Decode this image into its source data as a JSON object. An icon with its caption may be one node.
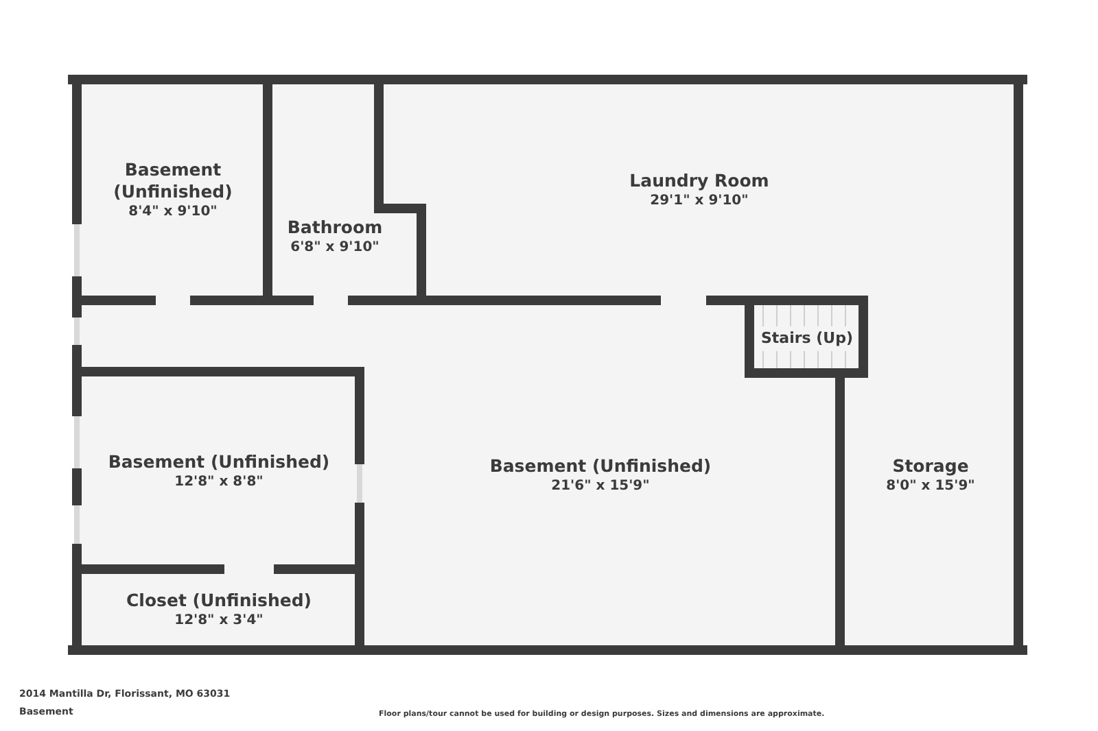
{
  "diagram": {
    "nodes": [
      {
        "text": [
          "Basement (Unfinished)",
          "8'4\" x 9'10\""
        ]
      },
      {
        "text": [
          "Bathroom",
          "6'8\" x 9'10\""
        ]
      },
      {
        "text": [
          "Laundry Room",
          "29'1\" x 9'10\""
        ]
      },
      {
        "text": [
          "Stairs (Up)"
        ]
      },
      {
        "text": [
          "Basement (Unfinished)",
          "12'8\" x 8'8\""
        ]
      },
      {
        "text": [
          "Basement (Unfinished)",
          "21'6\" x 15'9\""
        ]
      },
      {
        "text": [
          "Storage",
          "8'0\" x 15'9\""
        ]
      },
      {
        "text": [
          "Closet (Unfinished)",
          "12'8\" x 3'4\""
        ]
      }
    ],
    "edges": [],
    "labels": [
      "2014 Mantilla Dr, Florissant, MO 63031",
      "Basement",
      "Floor plans/tour cannot be used for building or design purposes. Sizes and dimensions are approximate."
    ]
  }
}
